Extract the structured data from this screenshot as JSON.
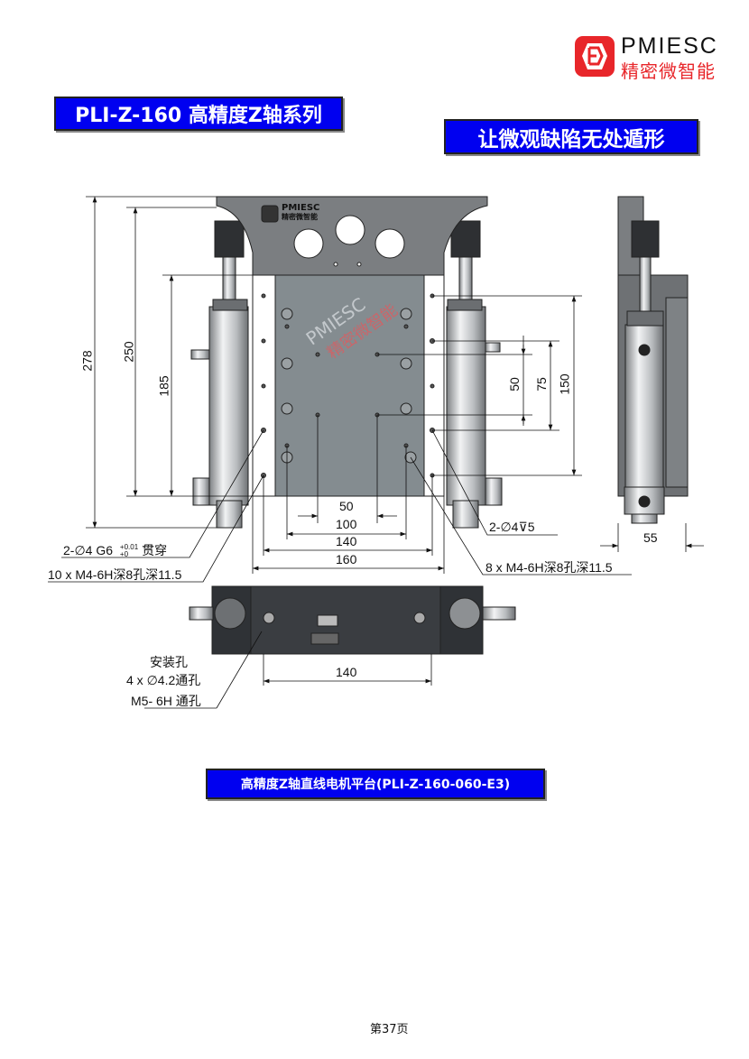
{
  "brand": {
    "name": "PMIESC",
    "cn_name": "精密微智能",
    "color": "#e8262a"
  },
  "header": {
    "series_title": "PLI-Z-160 高精度Z轴系列",
    "slogan": "让微观缺陷无处遁形"
  },
  "watermark": {
    "name": "PMIESC",
    "cn_name": "精密微智能"
  },
  "plate_logo": {
    "name": "PMIESC",
    "cn_name": "精密微智能"
  },
  "dimensions": {
    "height_overall": "278",
    "height_250": "250",
    "height_185": "185",
    "right_50": "50",
    "right_75": "75",
    "right_150": "150",
    "width_50": "50",
    "width_100": "100",
    "width_140": "140",
    "width_160": "160",
    "side_55": "55",
    "bottom_140": "140"
  },
  "notes": {
    "pin_holes_prefix": "2-",
    "pin_holes_main": "4 G6",
    "pin_holes_tol_upper": "+0.01",
    "pin_holes_tol_lower": "+0",
    "pin_holes_suffix": "贯穿",
    "threads_left": "10 x M4-6H深8孔深11.5",
    "pin_blind_prefix": "2-",
    "pin_blind_main": "4",
    "pin_blind_depth": "5",
    "threads_right": "8 x M4-6H深8孔深11.5",
    "mount_title": "安装孔",
    "mount_holes": "4 x ",
    "mount_holes_value": "4.2通孔",
    "mount_thread": "M5- 6H 通孔"
  },
  "caption": "高精度Z轴直线电机平台(PLI-Z-160-060-E3)",
  "page_number": "第37页"
}
